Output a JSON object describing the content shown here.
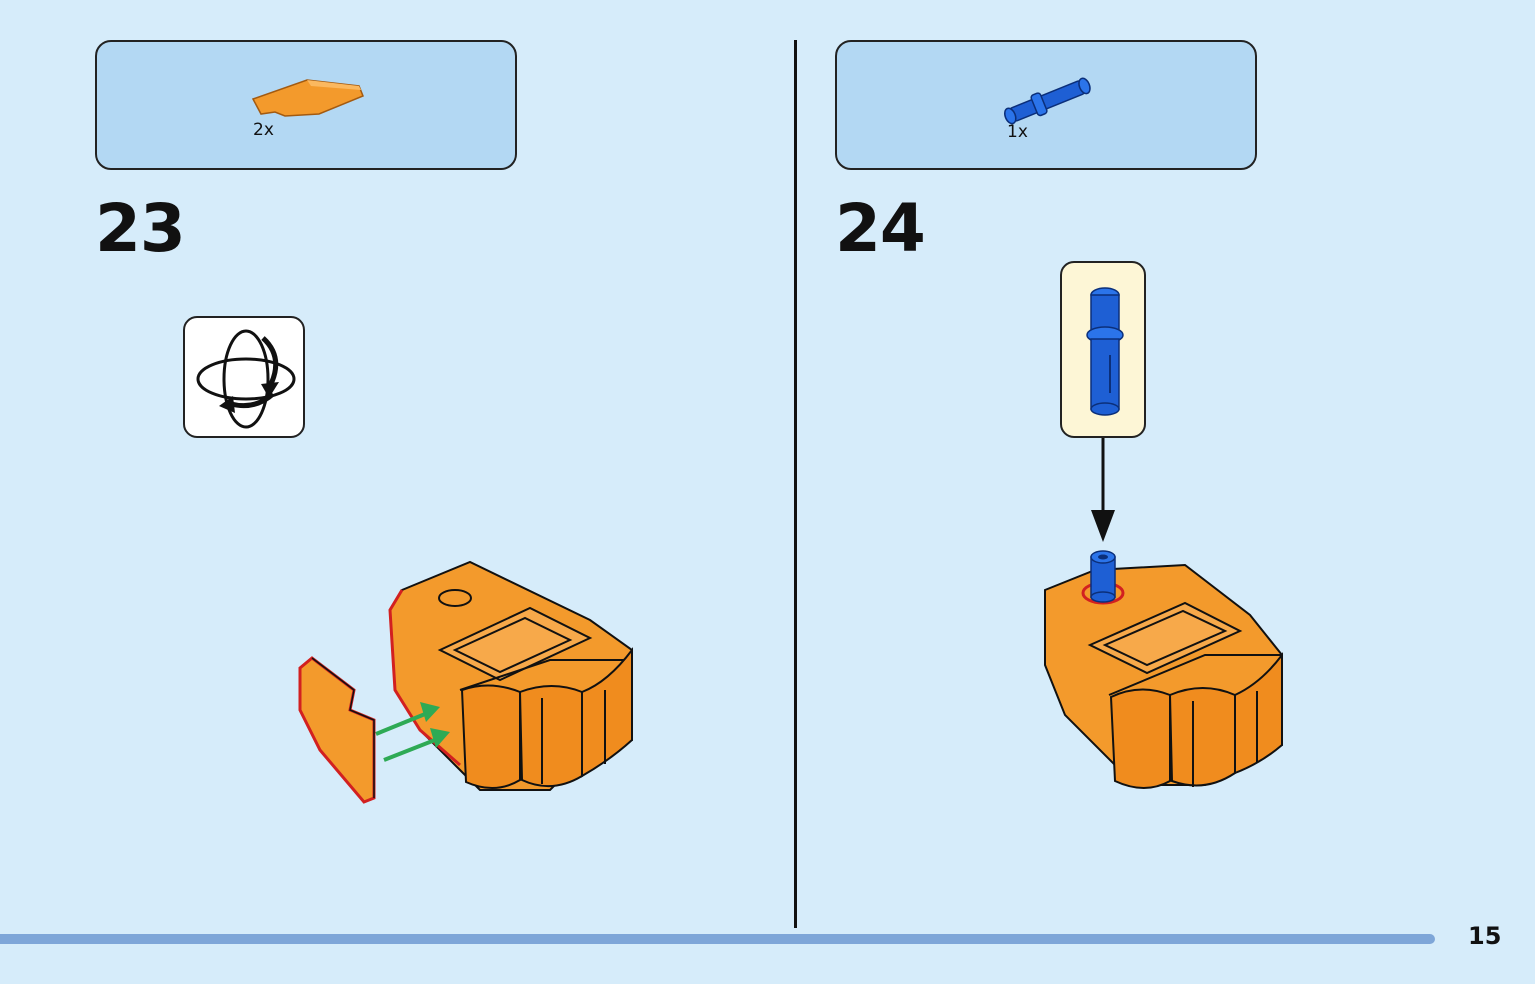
{
  "steps": [
    {
      "number": "23",
      "parts": [
        {
          "quantity": "2x",
          "color": "#f39a2c",
          "icon": "curved-slope-icon"
        }
      ]
    },
    {
      "number": "24",
      "parts": [
        {
          "quantity": "1x",
          "color": "#1e5fd4",
          "icon": "axle-pin-icon"
        }
      ]
    }
  ],
  "page_number": "15",
  "icons": {
    "rotate": "rotate-model-icon"
  },
  "colors": {
    "background": "#d6ecfa",
    "parts_box": "#b3d8f3",
    "callout": "#fdf6d6",
    "bar": "#7ea6d8",
    "arrow_green": "#2eaa55",
    "highlight_red": "#d22020"
  }
}
